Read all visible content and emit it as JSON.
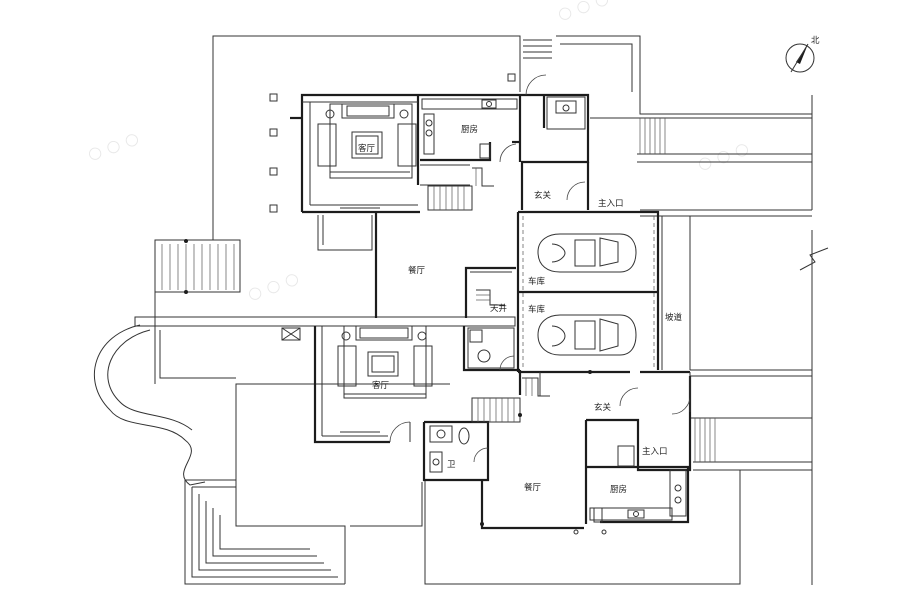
{
  "north": "北",
  "rooms": {
    "living_a": "客厅",
    "kitchen_a": "厨房",
    "foyer_a": "玄关",
    "entrance_a": "主入口",
    "dining_a": "餐厅",
    "garage_1": "车库",
    "garage_2": "车库",
    "atrium": "天井",
    "ramp": "坡道",
    "living_b": "客厅",
    "foyer_b": "玄关",
    "entrance_b": "主入口",
    "bath_b": "卫",
    "dining_b": "餐厅",
    "kitchen_b": "厨房"
  },
  "colors": {
    "line": "#1c1c1c",
    "background": "#ffffff"
  }
}
